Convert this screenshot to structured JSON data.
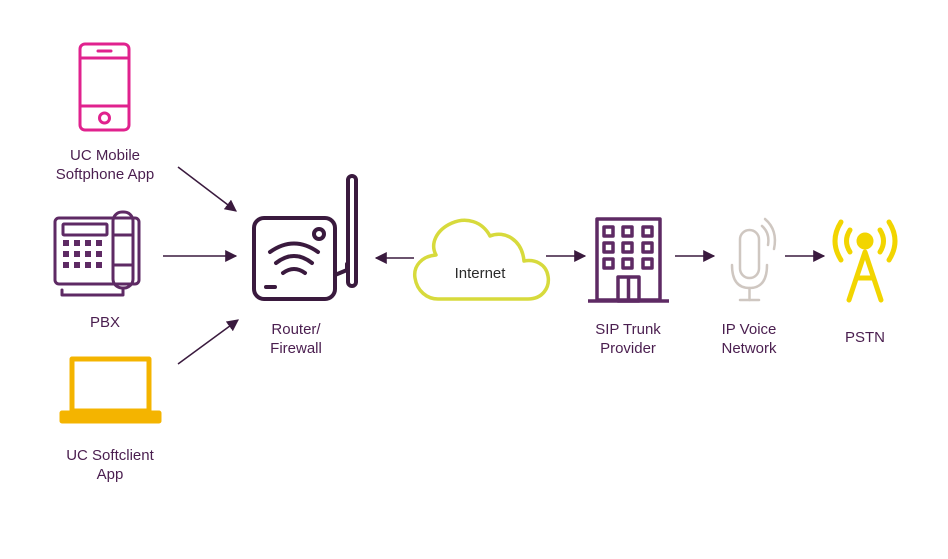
{
  "nodes": {
    "mobile": {
      "line1": "UC Mobile",
      "line2": "Softphone App",
      "icon": "smartphone-icon"
    },
    "pbx": {
      "line1": "PBX",
      "icon": "desk-phone-icon"
    },
    "softclient": {
      "line1": "UC Softclient",
      "line2": "App",
      "icon": "laptop-icon"
    },
    "router": {
      "line1": "Router/",
      "line2": "Firewall",
      "icon": "router-icon"
    },
    "internet": {
      "label": "Internet",
      "icon": "cloud-icon"
    },
    "sip": {
      "line1": "SIP Trunk",
      "line2": "Provider",
      "icon": "building-icon"
    },
    "ipvoice": {
      "line1": "IP Voice",
      "line2": "Network",
      "icon": "microphone-icon"
    },
    "pstn": {
      "line1": "PSTN",
      "icon": "antenna-tower-icon"
    }
  },
  "colors": {
    "mobile": "#e0228e",
    "pbx": "#5e2a64",
    "softclient": "#f4b400",
    "router": "#3a1a3e",
    "internet": "#d7da3c",
    "sip": "#5e2a64",
    "ipvoice": "#cfc7c1",
    "pstn": "#f2d500",
    "arrow": "#3a1a3e",
    "label": "#4a1e4f"
  }
}
